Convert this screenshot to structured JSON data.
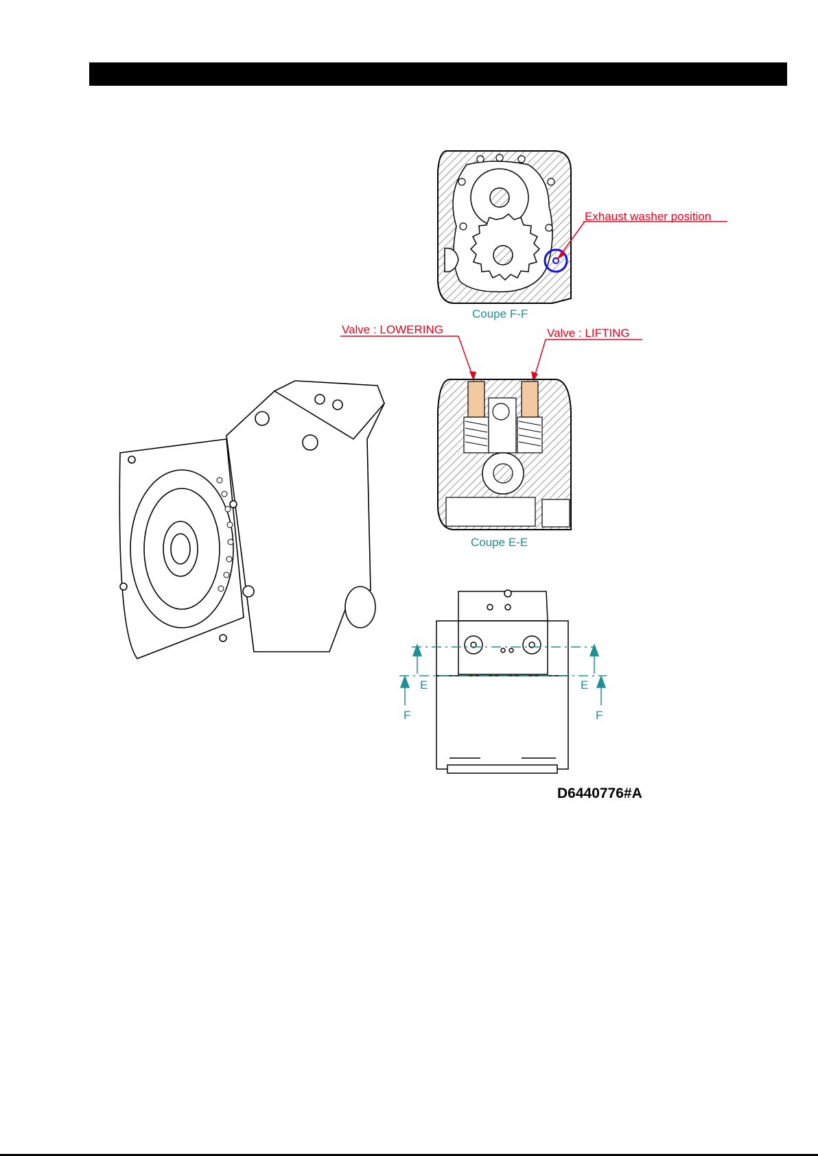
{
  "labels": {
    "exhaust_washer": "Exhaust washer position",
    "section_ff": "Coupe F-F",
    "valve_lowering": "Valve : LOWERING",
    "valve_lifting": "Valve : LIFTING",
    "section_ee": "Coupe E-E",
    "marker_e": "E",
    "marker_f": "F",
    "drawing_code": "D6440776#A"
  },
  "colors": {
    "callout_red": "#e8001c",
    "section_teal": "#1f8f94",
    "highlight_blue": "#1010e0",
    "valve_fill": "#f2c9a0"
  }
}
